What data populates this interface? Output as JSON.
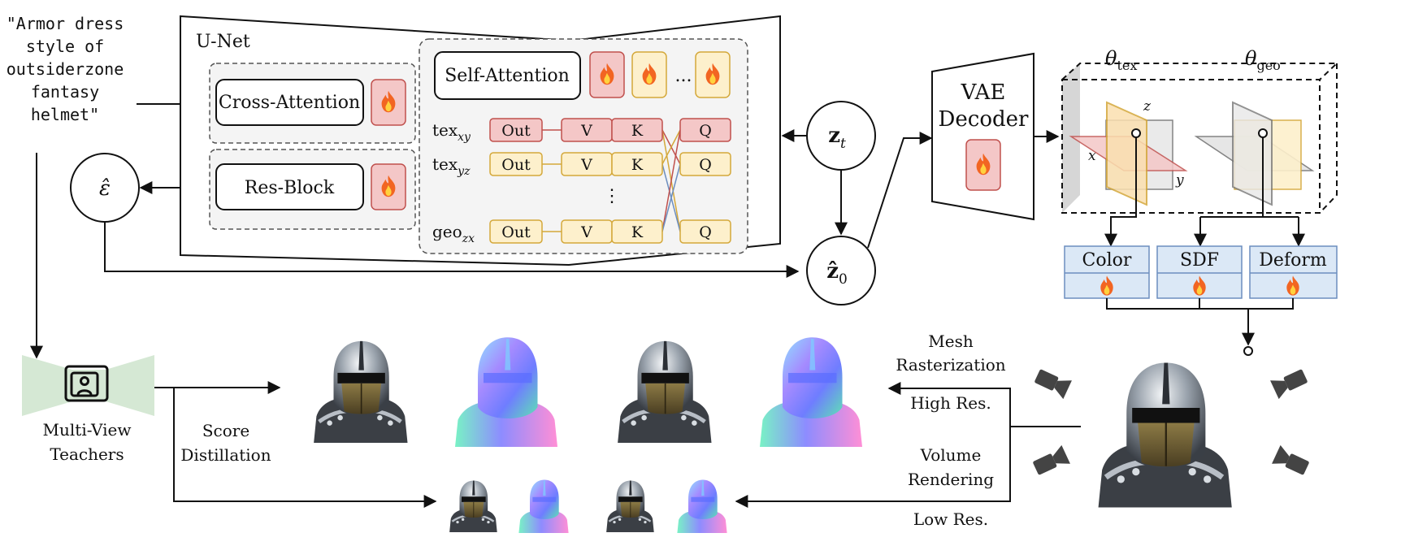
{
  "prompt": {
    "lines": [
      "\"Armor dress",
      "style of",
      "outsiderzone",
      "fantasy",
      "helmet\""
    ]
  },
  "unet": {
    "title": "U-Net",
    "cross_attention": "Cross-Attention",
    "res_block": "Res-Block",
    "self_attention": "Self-Attention",
    "ellipsis": "...",
    "vdots": "⋮",
    "rows": [
      {
        "label": "tex",
        "sub": "xy",
        "out": "Out",
        "v": "V",
        "k": "K",
        "q": "Q",
        "style": "red"
      },
      {
        "label": "tex",
        "sub": "yz",
        "out": "Out",
        "v": "V",
        "k": "K",
        "q": "Q",
        "style": "yellow"
      },
      {
        "label": "geo",
        "sub": "zx",
        "out": "Out",
        "v": "V",
        "k": "K",
        "q": "Q",
        "style": "yellow"
      }
    ]
  },
  "nodes": {
    "epsilon": "ε̂",
    "zt": "z",
    "zt_sub": "t",
    "z0": "ẑ",
    "z0_sub": "0"
  },
  "vae": {
    "line1": "VAE",
    "line2": "Decoder"
  },
  "triplane": {
    "theta_tex": "θ",
    "theta_tex_sub": "tex",
    "theta_geo": "θ",
    "theta_geo_sub": "geo",
    "axis_x": "x",
    "axis_y": "y",
    "axis_z": "z"
  },
  "heads": [
    {
      "label": "Color"
    },
    {
      "label": "SDF"
    },
    {
      "label": "Deform"
    }
  ],
  "teachers": {
    "line1": "Multi-View",
    "line2": "Teachers"
  },
  "score": {
    "line1": "Score",
    "line2": "Distillation"
  },
  "render_labels": {
    "mesh1": "Mesh",
    "mesh2": "Rasterization",
    "high": "High Res.",
    "vol1": "Volume",
    "vol2": "Rendering",
    "low": "Low Res."
  },
  "colors": {
    "red_fill": "#f4c7c7",
    "red_stroke": "#c0504d",
    "yellow_fill": "#fdf0cc",
    "yellow_stroke": "#d4a83a",
    "blue_fill": "#dbe8f6",
    "blue_stroke": "#6c8ebf",
    "green_fill": "#d5e8d4",
    "panel_fill": "#f4f4f4",
    "fire": "#f26522"
  },
  "icons": [
    "fire-icon",
    "camera-icon",
    "teacher-screen-icon",
    "helmet-image",
    "normal-map-image"
  ]
}
